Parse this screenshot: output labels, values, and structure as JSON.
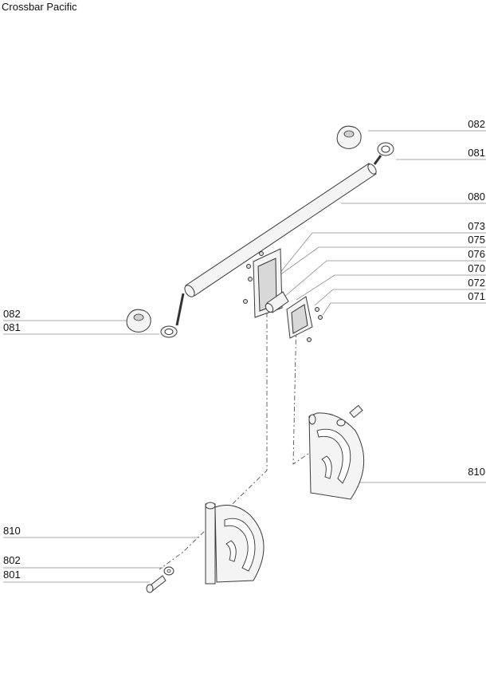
{
  "header": {
    "title": "Crossbar Pacific"
  },
  "parts": {
    "p082_top": "082",
    "p081_top": "081",
    "p080": "080",
    "p073": "073",
    "p075": "075",
    "p076": "076",
    "p070": "070",
    "p072": "072",
    "p071": "071",
    "p082_left": "082",
    "p081_left": "081",
    "p810_right": "810",
    "p810_left": "810",
    "p802": "802",
    "p801": "801"
  }
}
